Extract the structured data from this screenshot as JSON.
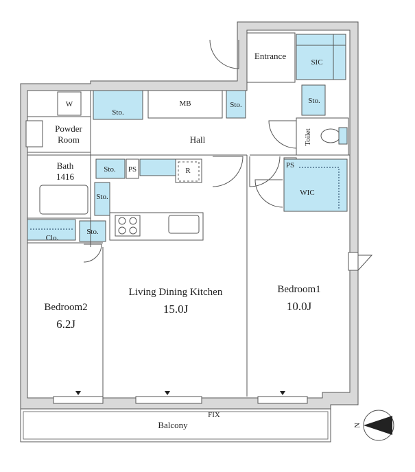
{
  "rooms": {
    "entrance": "Entrance",
    "sic": "SIC",
    "mb": "MB",
    "hall": "Hall",
    "powder_room_1": "Powder",
    "powder_room_2": "Room",
    "w": "W",
    "toilet": "Toilet",
    "bath_1": "Bath",
    "bath_2": "1416",
    "ps": "PS",
    "r": "R",
    "wic": "WIC",
    "clo": "Clo.",
    "sto": "Sto.",
    "ldk_name": "Living Dining Kitchen",
    "ldk_size": "15.0J",
    "bedroom1_name": "Bedroom1",
    "bedroom1_size": "10.0J",
    "bedroom2_name": "Bedroom2",
    "bedroom2_size": "6.2J",
    "balcony": "Balcony",
    "fix": "FIX"
  },
  "compass": {
    "label": "N",
    "icon": "north-arrow-icon"
  },
  "colors": {
    "storage": "#bfe6f4",
    "wall": "#d9d9d9",
    "line": "#555555"
  }
}
